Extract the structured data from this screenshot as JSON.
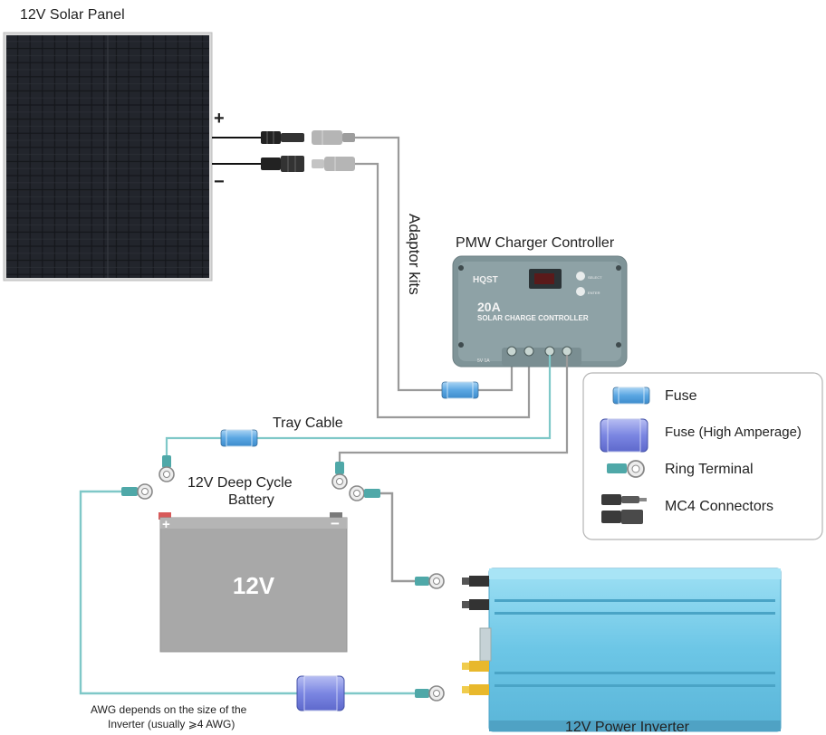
{
  "panel": {
    "title": "12V Solar Panel",
    "plus": "+",
    "minus": "−"
  },
  "adaptor_label": "Adaptor kits",
  "controller": {
    "title": "PMW Charger Controller",
    "brand": "HQST",
    "rating": "20A",
    "subtitle": "SOLAR CHARGE CONTROLLER",
    "btn1": "SELECT",
    "btn2": "ENTER",
    "model": "5V 1A"
  },
  "tray_cable_label": "Tray Cable",
  "battery": {
    "title_line1": "12V Deep Cycle",
    "title_line2": "Battery",
    "voltage": "12V",
    "plus": "+",
    "minus": "−"
  },
  "awg_note": {
    "line1": "AWG depends on the size of the",
    "line2": "Inverter (usually ⩾4 AWG)"
  },
  "inverter_label": "12V Power Inverter",
  "legend": {
    "items": [
      {
        "label": "Fuse",
        "icon": "fuse-icon"
      },
      {
        "label": "Fuse (High Amperage)",
        "icon": "high-amperage-fuse-icon"
      },
      {
        "label": "Ring Terminal",
        "icon": "ring-terminal-icon"
      },
      {
        "label": "MC4 Connectors",
        "icon": "mc4-connector-icon"
      }
    ]
  },
  "colors": {
    "wire_gray": "#9a9a9a",
    "wire_teal": "#7fc8c8",
    "fuse_blue": "#6fb4e8",
    "inverter_blue": "#7fd0ec",
    "battery_gray": "#a8a8a8",
    "controller_gray": "#7f9498"
  }
}
